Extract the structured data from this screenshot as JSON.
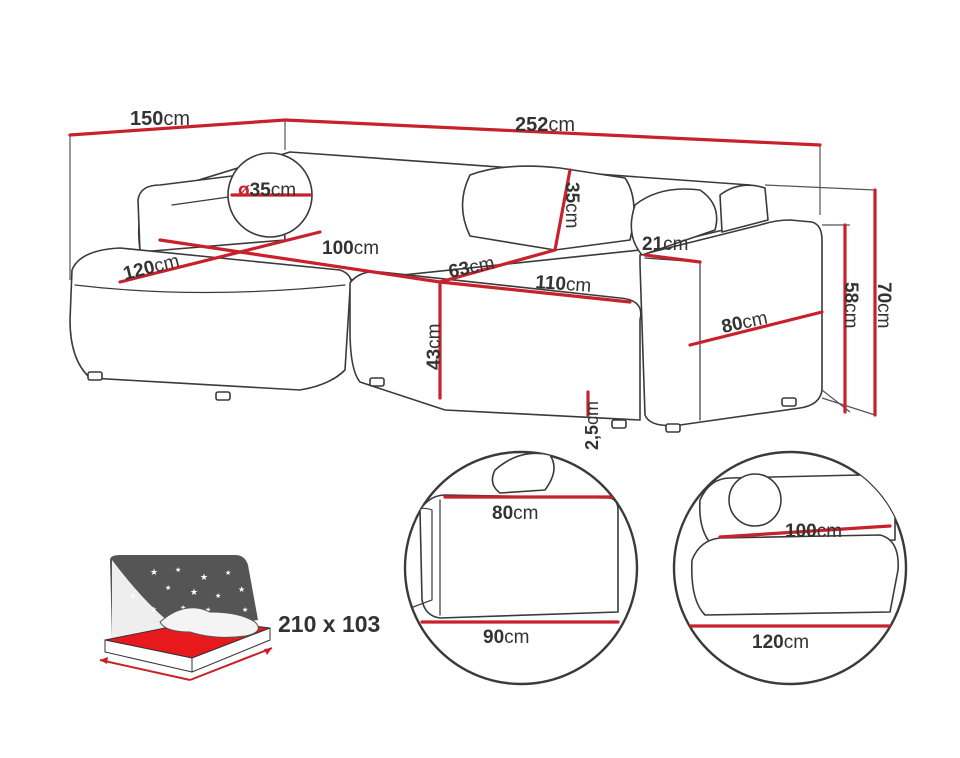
{
  "unit": "cm",
  "dimensions": {
    "total_width": {
      "value": "252",
      "unit": "cm"
    },
    "chaise_width": {
      "value": "150",
      "unit": "cm"
    },
    "pillow_diameter": {
      "prefix": "ø",
      "value": "35",
      "unit": "cm"
    },
    "backrest_cushion": {
      "value": "35",
      "unit": "cm"
    },
    "armrest_width": {
      "value": "21",
      "unit": "cm"
    },
    "chaise_depth": {
      "value": "120",
      "unit": "cm"
    },
    "chaise_inner": {
      "value": "100",
      "unit": "cm"
    },
    "seat_depth": {
      "value": "63",
      "unit": "cm"
    },
    "seat_width": {
      "value": "110",
      "unit": "cm"
    },
    "seat_height": {
      "value": "43",
      "unit": "cm"
    },
    "leg_height": {
      "value": "2,5",
      "unit": "cm"
    },
    "arm_depth": {
      "value": "80",
      "unit": "cm"
    },
    "arm_height": {
      "value": "58",
      "unit": "cm"
    },
    "total_height": {
      "value": "70",
      "unit": "cm"
    }
  },
  "detail_left": {
    "top": {
      "value": "80",
      "unit": "cm"
    },
    "bottom": {
      "value": "90",
      "unit": "cm"
    }
  },
  "detail_right": {
    "top": {
      "value": "100",
      "unit": "cm"
    },
    "bottom": {
      "value": "120",
      "unit": "cm"
    }
  },
  "bed": {
    "size": "210 x 103"
  },
  "colors": {
    "dimension_line": "#c8212b",
    "outline": "#3a3a3a",
    "bed_surface": "#e8191c",
    "night_panel": "#555555"
  }
}
